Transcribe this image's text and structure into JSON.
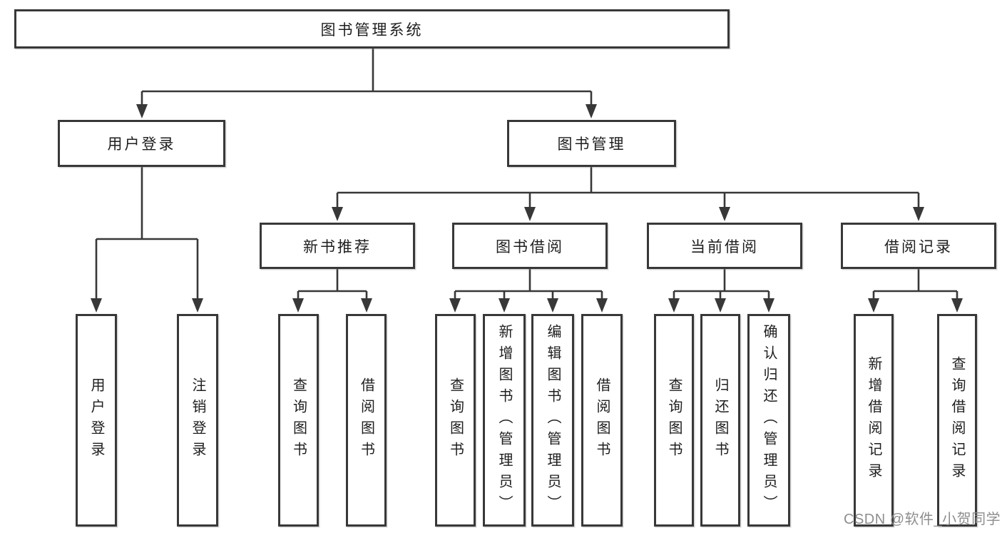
{
  "colors": {
    "line": "#383838",
    "box_border": "#383838",
    "text": "#1e1e1e",
    "watermark": "#8e8e8e",
    "background": "#ffffff"
  },
  "watermark": {
    "text": "CSDN @软件_小贺同学"
  },
  "tree": {
    "root": {
      "label": "图书管理系统"
    },
    "level2": [
      {
        "label": "用户登录",
        "children": [
          {
            "label": "用户登录"
          },
          {
            "label": "注销登录"
          }
        ]
      },
      {
        "label": "图书管理",
        "children": [
          {
            "label": "新书推荐",
            "children": [
              {
                "label": "查询图书"
              },
              {
                "label": "借阅图书"
              }
            ]
          },
          {
            "label": "图书借阅",
            "children": [
              {
                "label": "查询图书"
              },
              {
                "label": "新增图书（管理员）"
              },
              {
                "label": "编辑图书（管理员）"
              },
              {
                "label": "借阅图书"
              }
            ]
          },
          {
            "label": "当前借阅",
            "children": [
              {
                "label": "查询图书"
              },
              {
                "label": "归还图书"
              },
              {
                "label": "确认归还（管理员）"
              }
            ]
          },
          {
            "label": "借阅记录",
            "children": [
              {
                "label": "新增借阅记录"
              },
              {
                "label": "查询借阅记录"
              }
            ]
          }
        ]
      }
    ]
  }
}
